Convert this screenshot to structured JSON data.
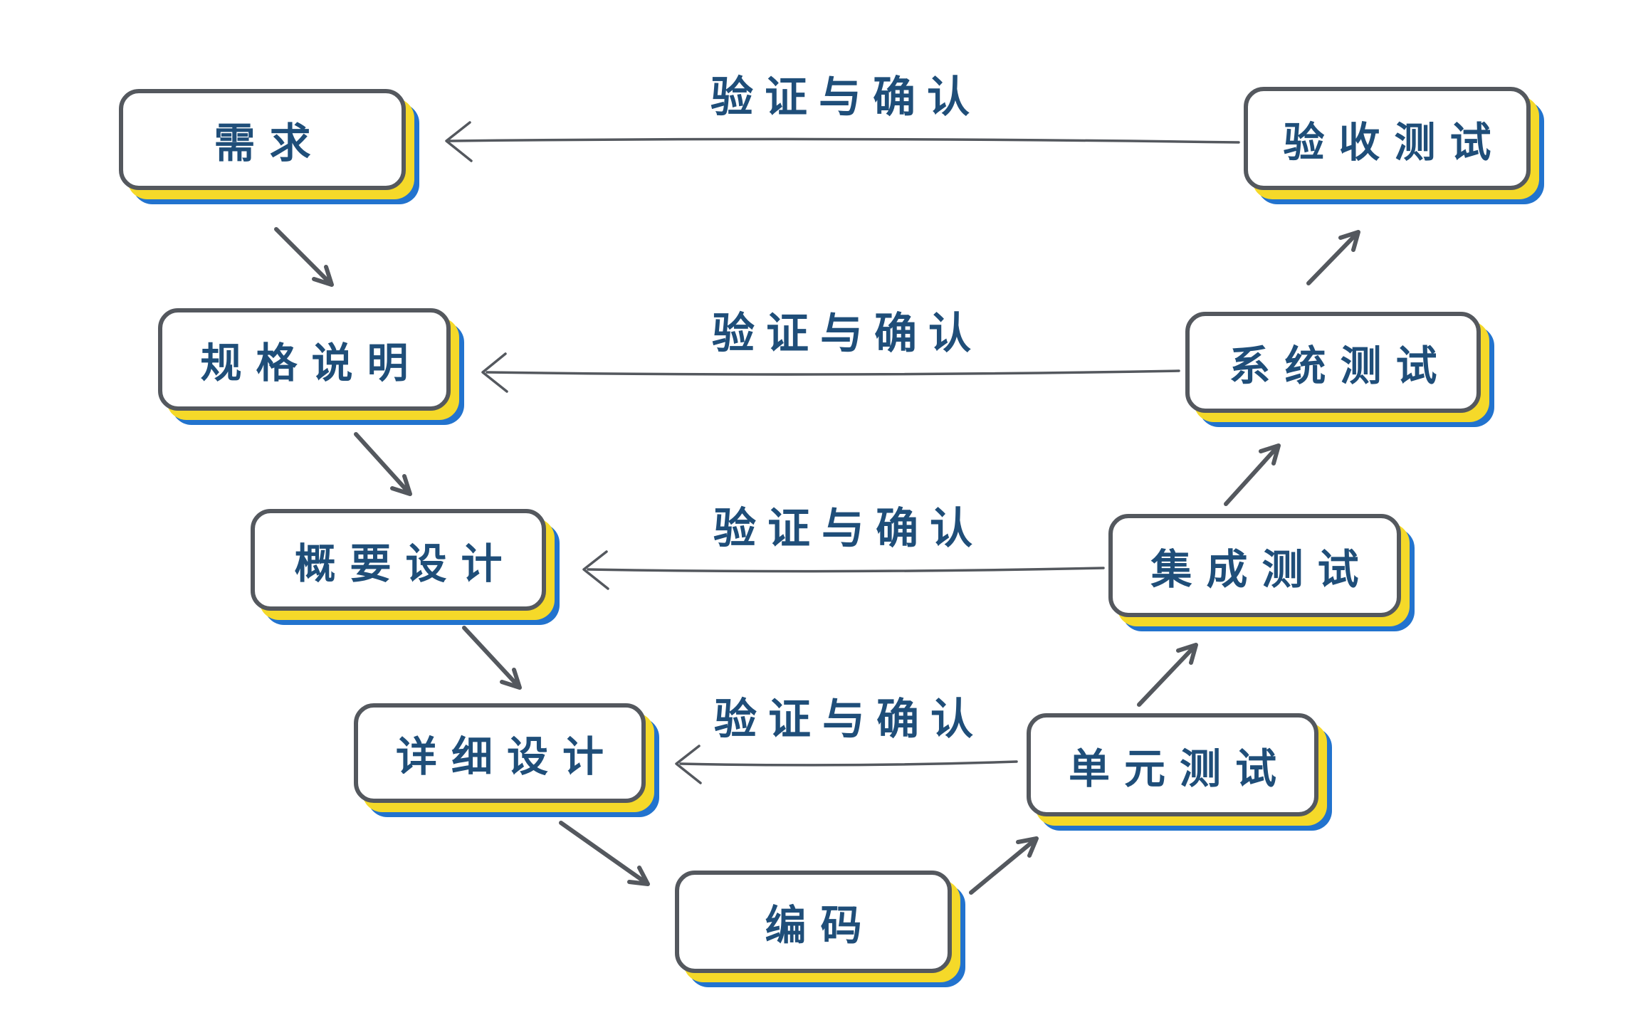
{
  "diagram": {
    "type": "v-model-flowchart",
    "nodes": {
      "requirements": "需求",
      "specification": "规格说明",
      "high_level_design": "概要设计",
      "detailed_design": "详细设计",
      "coding": "编码",
      "unit_test": "单元测试",
      "integration_test": "集成测试",
      "system_test": "系统测试",
      "acceptance_test": "验收测试"
    },
    "verification_labels": [
      "验证与确认",
      "验证与确认",
      "验证与确认",
      "验证与确认"
    ],
    "edges": [
      {
        "from": "验收测试",
        "to": "需求",
        "label": "验证与确认",
        "style": "horizontal-left"
      },
      {
        "from": "系统测试",
        "to": "规格说明",
        "label": "验证与确认",
        "style": "horizontal-left"
      },
      {
        "from": "集成测试",
        "to": "概要设计",
        "label": "验证与确认",
        "style": "horizontal-left"
      },
      {
        "from": "单元测试",
        "to": "详细设计",
        "label": "验证与确认",
        "style": "horizontal-left"
      },
      {
        "from": "需求",
        "to": "规格说明",
        "style": "diagonal-down"
      },
      {
        "from": "规格说明",
        "to": "概要设计",
        "style": "diagonal-down"
      },
      {
        "from": "概要设计",
        "to": "详细设计",
        "style": "diagonal-down"
      },
      {
        "from": "详细设计",
        "to": "编码",
        "style": "diagonal-down"
      },
      {
        "from": "编码",
        "to": "单元测试",
        "style": "diagonal-up"
      },
      {
        "from": "单元测试",
        "to": "集成测试",
        "style": "diagonal-up"
      },
      {
        "from": "集成测试",
        "to": "系统测试",
        "style": "diagonal-up"
      },
      {
        "from": "系统测试",
        "to": "验收测试",
        "style": "diagonal-up"
      }
    ],
    "colors": {
      "background": "#FFFFFF",
      "box_fill": "#FFFFFF",
      "box_border": "#54585E",
      "text_blue": "#1F4E79",
      "shadow_yellow": "#F5D929",
      "shadow_blue": "#2273CE",
      "arrow_gray": "#54585E"
    }
  }
}
